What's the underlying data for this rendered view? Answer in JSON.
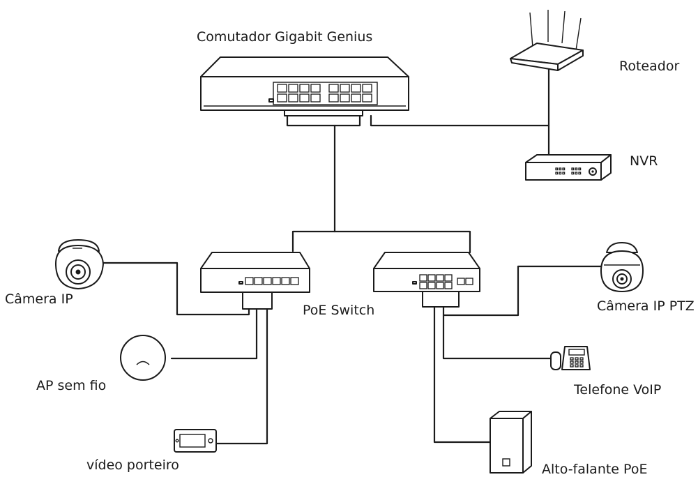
{
  "labels": {
    "main_switch": "Comutador Gigabit Genius",
    "router": "Roteador",
    "nvr": "NVR",
    "poe_switch": "PoE Switch",
    "ip_camera": "Câmera IP",
    "ptz_camera": "Câmera IP PTZ",
    "wireless_ap": "AP sem fio",
    "voip_phone": "Telefone VoIP",
    "video_doorbell": "vídeo porteiro",
    "poe_speaker": "Alto-falante PoE"
  },
  "icons": {
    "main_switch": "network-switch-icon",
    "router": "router-icon",
    "nvr": "nvr-recorder-icon",
    "poe_switch_left": "poe-switch-icon",
    "poe_switch_right": "poe-switch-icon",
    "ip_camera": "dome-camera-icon",
    "ptz_camera": "ptz-camera-icon",
    "wireless_ap": "wireless-ap-icon",
    "voip_phone": "voip-phone-icon",
    "video_doorbell": "video-doorbell-icon",
    "poe_speaker": "speaker-icon"
  },
  "colors": {
    "stroke": "#1a1a1a",
    "background": "#ffffff"
  }
}
